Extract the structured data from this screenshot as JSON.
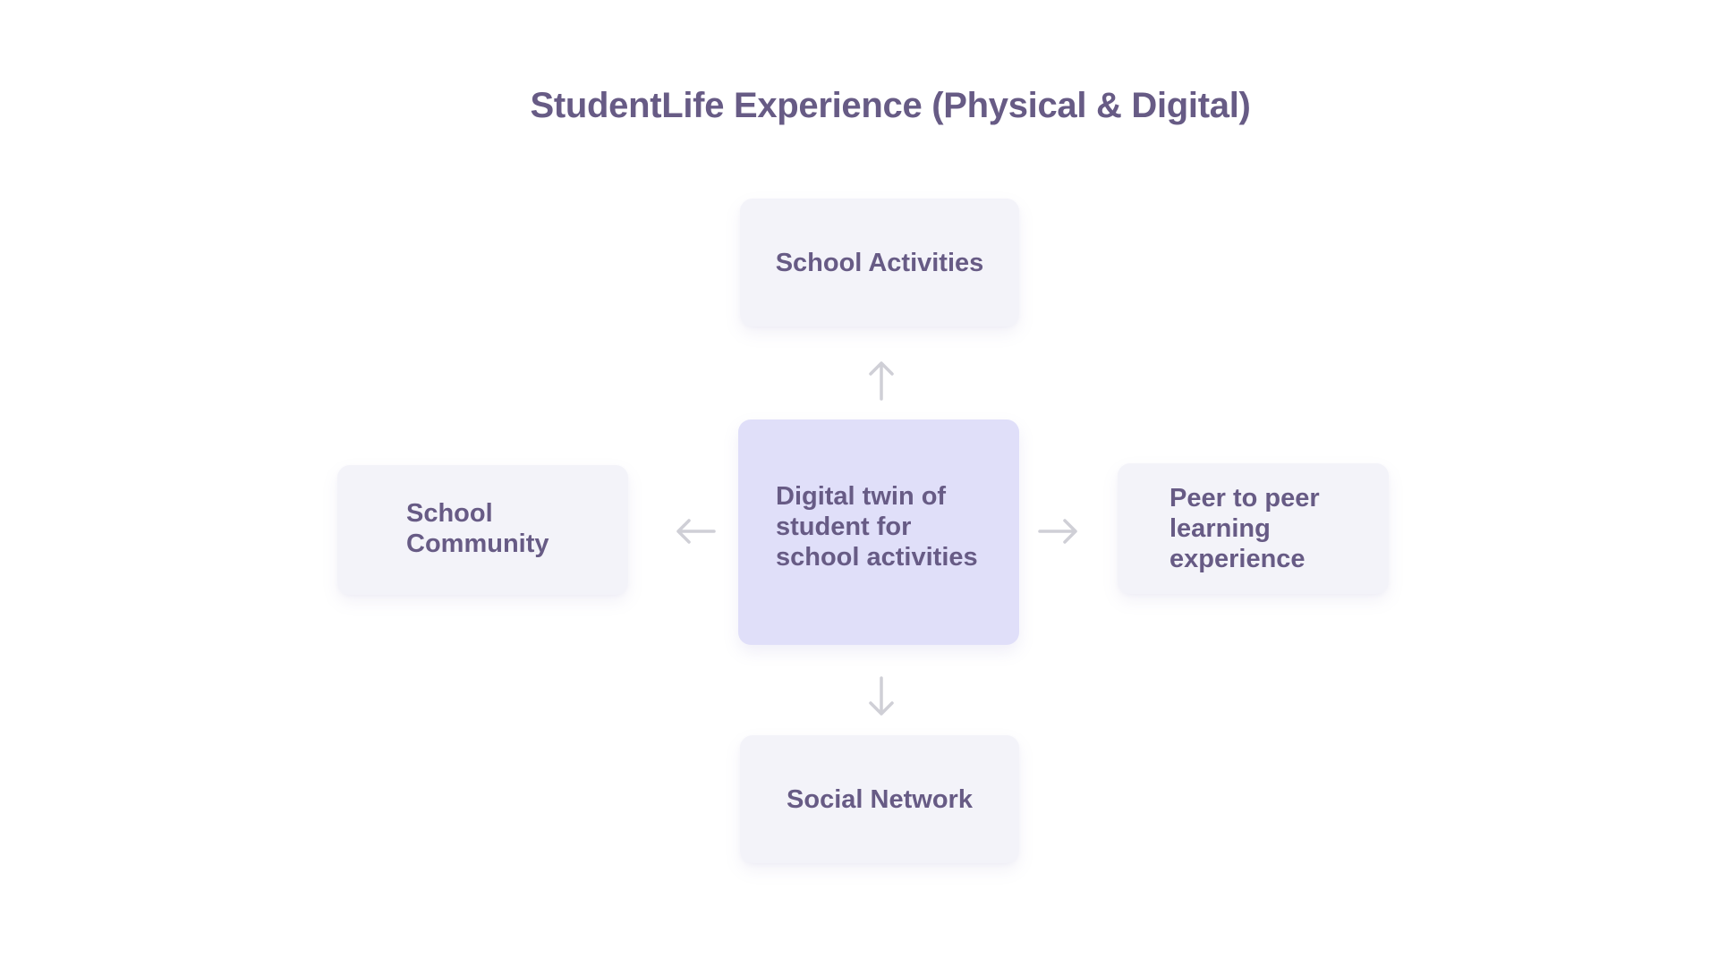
{
  "diagram": {
    "title": "StudentLife Experience (Physical & Digital)",
    "center_node": {
      "label": "Digital twin of student for school activities"
    },
    "nodes": {
      "top": {
        "label": "School Activities"
      },
      "left": {
        "label": "School Community"
      },
      "right": {
        "label": "Peer to peer learning experience"
      },
      "bottom": {
        "label": "Social Network"
      }
    },
    "colors": {
      "text": "#675b85",
      "card": "#f3f3f9",
      "center_card": "#e0dff9",
      "arrow": "#cfcfd6"
    },
    "arrows": [
      {
        "from": "center_node",
        "to": "top",
        "icon": "arrow-up-icon"
      },
      {
        "from": "center_node",
        "to": "left",
        "icon": "arrow-left-icon"
      },
      {
        "from": "center_node",
        "to": "right",
        "icon": "arrow-right-icon"
      },
      {
        "from": "center_node",
        "to": "bottom",
        "icon": "arrow-down-icon"
      }
    ]
  }
}
